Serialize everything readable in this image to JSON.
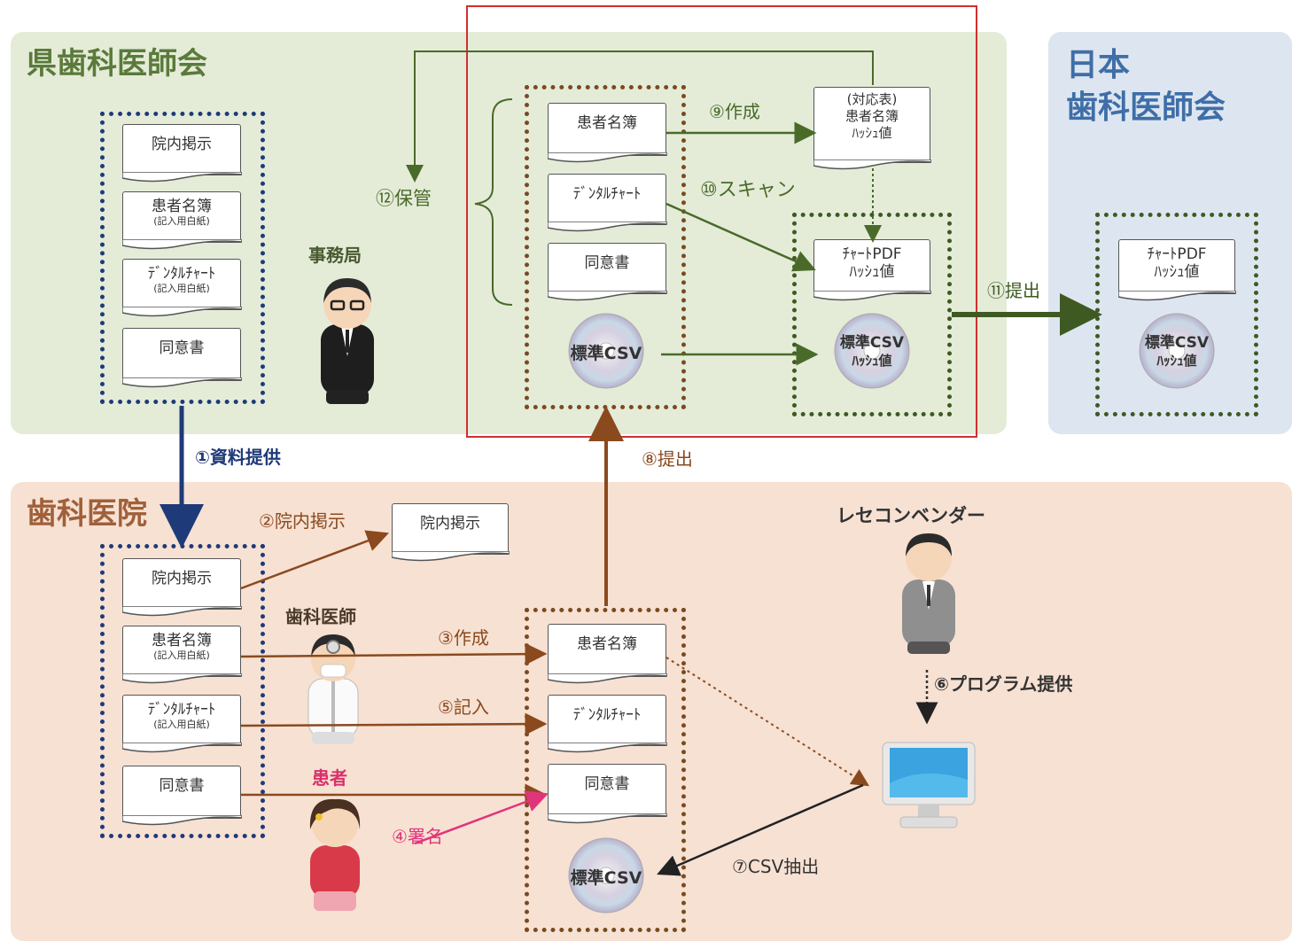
{
  "regions": {
    "prefectural": "県歯科医師会",
    "japan_line1": "日本",
    "japan_line2": "歯科医師会",
    "clinic": "歯科医院"
  },
  "roles": {
    "secretariat": "事務局",
    "dentist": "歯科医師",
    "patient": "患者",
    "vendor": "レセコンベンダー"
  },
  "docs": {
    "notice": "院内掲示",
    "roster": "患者名簿",
    "roster_sub": "(記入用白紙)",
    "chart": "ﾃﾞﾝﾀﾙﾁｬｰﾄ",
    "chart_sub": "(記入用白紙)",
    "consent": "同意書",
    "csv": "標準CSV",
    "hash_table_l1": "(対応表)",
    "hash_table_l2": "患者名簿",
    "hash_table_l3": "ﾊｯｼｭ値",
    "chart_pdf_l1": "ﾁｬｰﾄPDF",
    "chart_pdf_l2": "ﾊｯｼｭ値",
    "csv_hash_l1": "標準CSV",
    "csv_hash_l2": "ﾊｯｼｭ値"
  },
  "steps": {
    "s1": "①資料提供",
    "s2": "②院内掲示",
    "s3": "③作成",
    "s4": "④署名",
    "s5": "⑤記入",
    "s6": "⑥プログラム提供",
    "s7": "⑦CSV抽出",
    "s8": "⑧提出",
    "s9": "⑨作成",
    "s10": "⑩スキャン",
    "s11": "⑪提出",
    "s12": "⑫保管"
  },
  "colors": {
    "green_region": "#e4ecd8",
    "blue_region": "#dde6f0",
    "clinic_region": "#f7e1d3",
    "navy": "#1f3a78",
    "brown": "#8a4a1e",
    "green_dark": "#4a6a2a",
    "pink": "#e0357a",
    "red_frame": "#d03030"
  }
}
